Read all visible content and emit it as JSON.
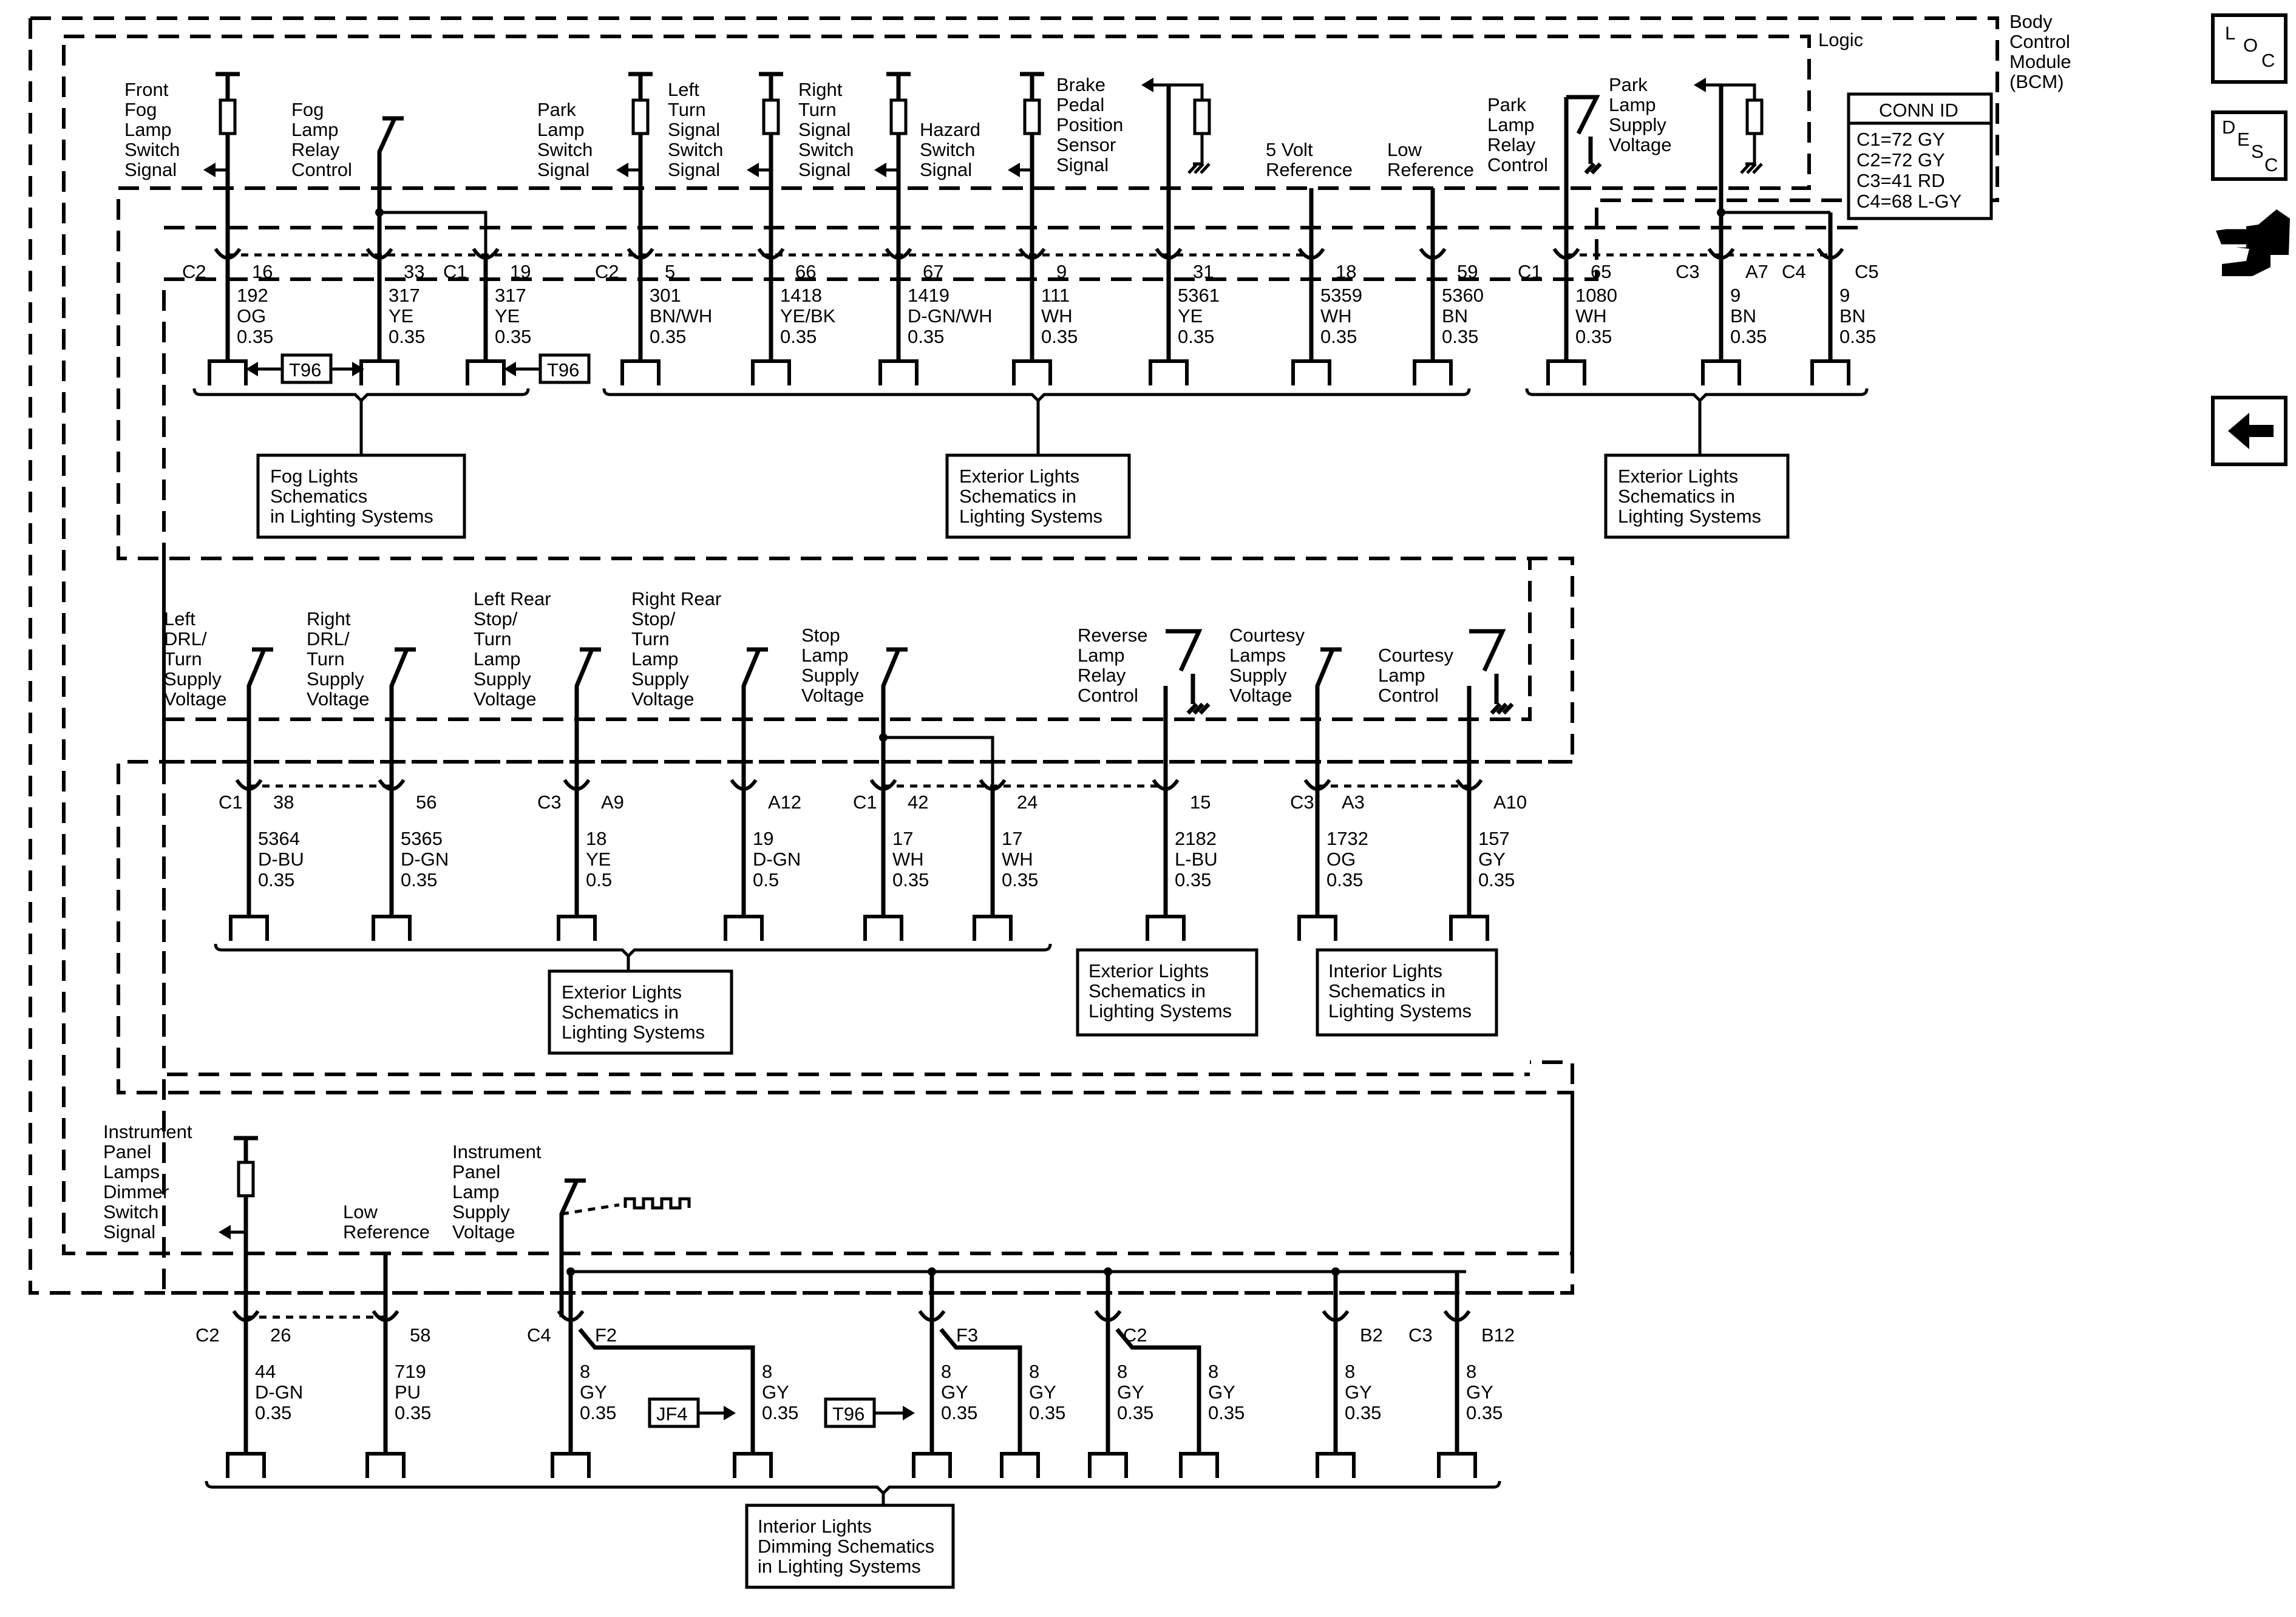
{
  "module": {
    "label_lines": [
      "Body",
      "Control",
      "Module",
      "(BCM)"
    ],
    "logic_label": "Logic"
  },
  "conn_id": {
    "title": "CONN ID",
    "rows": [
      "C1=72 GY",
      "C2=72 GY",
      "C3=41 RD",
      "C4=68 L-GY"
    ]
  },
  "nav": {
    "loc_icon": "loc-icon",
    "desc_icon": "desc-icon",
    "connector_tool_icon": "connector-tool-icon",
    "back_icon": "back-arrow-icon"
  },
  "row1": {
    "labels": [
      [
        "Front",
        "Fog",
        "Lamp",
        "Switch",
        "Signal"
      ],
      [
        "Fog",
        "Lamp",
        "Relay",
        "Control"
      ],
      [
        "Park",
        "Lamp",
        "Switch",
        "Signal"
      ],
      [
        "Left",
        "Turn",
        "Signal",
        "Switch",
        "Signal"
      ],
      [
        "Right",
        "Turn",
        "Signal",
        "Switch",
        "Signal"
      ],
      [
        "Hazard",
        "Switch",
        "Signal"
      ],
      [
        "Brake",
        "Pedal",
        "Position",
        "Sensor",
        "Signal"
      ],
      [
        "5 Volt",
        "Reference"
      ],
      [
        "Low",
        "Reference"
      ],
      [
        "Park",
        "Lamp",
        "Relay",
        "Control"
      ],
      [
        "Park",
        "Lamp",
        "Supply",
        "Voltage"
      ]
    ],
    "connectors": [
      "C2",
      "C1",
      "C2",
      "C1",
      "C3",
      "C4"
    ],
    "pins": [
      {
        "pin": "16",
        "circuit": "192",
        "color": "OG",
        "gauge": "0.35"
      },
      {
        "pin": "33",
        "circuit": "317",
        "color": "YE",
        "gauge": "0.35"
      },
      {
        "pin": "19",
        "circuit": "317",
        "color": "YE",
        "gauge": "0.35"
      },
      {
        "pin": "5",
        "circuit": "301",
        "color": "BN/WH",
        "gauge": "0.35"
      },
      {
        "pin": "66",
        "circuit": "1418",
        "color": "YE/BK",
        "gauge": "0.35"
      },
      {
        "pin": "67",
        "circuit": "1419",
        "color": "D-GN/WH",
        "gauge": "0.35"
      },
      {
        "pin": "9",
        "circuit": "111",
        "color": "WH",
        "gauge": "0.35"
      },
      {
        "pin": "31",
        "circuit": "5361",
        "color": "YE",
        "gauge": "0.35"
      },
      {
        "pin": "18",
        "circuit": "5359",
        "color": "WH",
        "gauge": "0.35"
      },
      {
        "pin": "59",
        "circuit": "5360",
        "color": "BN",
        "gauge": "0.35"
      },
      {
        "pin": "65",
        "circuit": "1080",
        "color": "WH",
        "gauge": "0.35"
      },
      {
        "pin": "A7",
        "circuit": "9",
        "color": "BN",
        "gauge": "0.35"
      },
      {
        "pin": "C5",
        "circuit": "9",
        "color": "BN",
        "gauge": "0.35"
      }
    ],
    "refs": [
      "T96",
      "T96"
    ],
    "boxes": [
      [
        "Fog Lights",
        "Schematics",
        "in Lighting Systems"
      ],
      [
        "Exterior Lights",
        "Schematics in",
        "Lighting Systems"
      ],
      [
        "Exterior Lights",
        "Schematics in",
        "Lighting Systems"
      ]
    ]
  },
  "row2": {
    "labels": [
      [
        "Left",
        "DRL/",
        "Turn",
        "Supply",
        "Voltage"
      ],
      [
        "Right",
        "DRL/",
        "Turn",
        "Supply",
        "Voltage"
      ],
      [
        "Left Rear",
        "Stop/",
        "Turn",
        "Lamp",
        "Supply",
        "Voltage"
      ],
      [
        "Right Rear",
        "Stop/",
        "Turn",
        "Lamp",
        "Supply",
        "Voltage"
      ],
      [
        "Stop",
        "Lamp",
        "Supply",
        "Voltage"
      ],
      [
        "Reverse",
        "Lamp",
        "Relay",
        "Control"
      ],
      [
        "Courtesy",
        "Lamps",
        "Supply",
        "Voltage"
      ],
      [
        "Courtesy",
        "Lamp",
        "Control"
      ]
    ],
    "connectors": [
      "C1",
      "C3",
      "C1",
      "C3"
    ],
    "pins": [
      {
        "pin": "38",
        "circuit": "5364",
        "color": "D-BU",
        "gauge": "0.35"
      },
      {
        "pin": "56",
        "circuit": "5365",
        "color": "D-GN",
        "gauge": "0.35"
      },
      {
        "pin": "A9",
        "circuit": "18",
        "color": "YE",
        "gauge": "0.5"
      },
      {
        "pin": "A12",
        "circuit": "19",
        "color": "D-GN",
        "gauge": "0.5"
      },
      {
        "pin": "42",
        "circuit": "17",
        "color": "WH",
        "gauge": "0.35"
      },
      {
        "pin": "24",
        "circuit": "17",
        "color": "WH",
        "gauge": "0.35"
      },
      {
        "pin": "15",
        "circuit": "2182",
        "color": "L-BU",
        "gauge": "0.35"
      },
      {
        "pin": "A3",
        "circuit": "1732",
        "color": "OG",
        "gauge": "0.35"
      },
      {
        "pin": "A10",
        "circuit": "157",
        "color": "GY",
        "gauge": "0.35"
      }
    ],
    "boxes": [
      [
        "Exterior Lights",
        "Schematics in",
        "Lighting Systems"
      ],
      [
        "Exterior Lights",
        "Schematics in",
        "Lighting Systems"
      ],
      [
        "Interior Lights",
        "Schematics in",
        "Lighting Systems"
      ]
    ]
  },
  "row3": {
    "labels": [
      [
        "Instrument",
        "Panel",
        "Lamps",
        "Dimmer",
        "Switch",
        "Signal"
      ],
      [
        "Low",
        "Reference"
      ],
      [
        "Instrument",
        "Panel",
        "Lamp",
        "Supply",
        "Voltage"
      ]
    ],
    "connectors": [
      "C2",
      "C4",
      "C2",
      "C3"
    ],
    "pins": [
      {
        "pin": "26",
        "circuit": "44",
        "color": "D-GN",
        "gauge": "0.35"
      },
      {
        "pin": "58",
        "circuit": "719",
        "color": "PU",
        "gauge": "0.35"
      },
      {
        "pin": "F2",
        "circuit": "8",
        "color": "GY",
        "gauge": "0.35"
      },
      {
        "pin": "",
        "circuit": "8",
        "color": "GY",
        "gauge": "0.35"
      },
      {
        "pin": "F3",
        "circuit": "8",
        "color": "GY",
        "gauge": "0.35"
      },
      {
        "pin": "",
        "circuit": "8",
        "color": "GY",
        "gauge": "0.35"
      },
      {
        "pin": "",
        "circuit": "8",
        "color": "GY",
        "gauge": "0.35"
      },
      {
        "pin": "",
        "circuit": "8",
        "color": "GY",
        "gauge": "0.35"
      },
      {
        "pin": "B2",
        "circuit": "8",
        "color": "GY",
        "gauge": "0.35"
      },
      {
        "pin": "B12",
        "circuit": "8",
        "color": "GY",
        "gauge": "0.35"
      }
    ],
    "refs": [
      "JF4",
      "T96"
    ],
    "boxes": [
      [
        "Interior Lights",
        "Dimming Schematics",
        "in Lighting Systems"
      ]
    ]
  }
}
